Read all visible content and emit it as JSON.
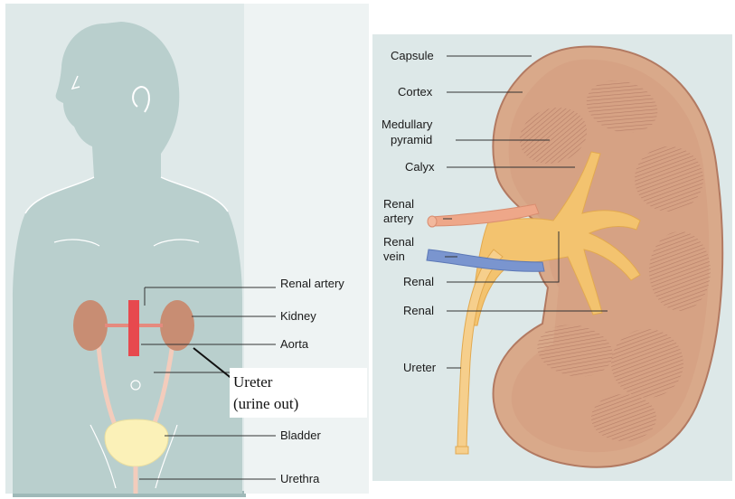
{
  "left_panel": {
    "labels": {
      "renal_artery": "Renal artery",
      "kidney": "Kidney",
      "aorta": "Aorta",
      "ureter_hidden": "Ureter",
      "bladder": "Bladder",
      "urethra": "Urethra"
    },
    "callout": {
      "line1": "Ureter",
      "line2": "(urine out)"
    }
  },
  "right_panel": {
    "labels": {
      "capsule": "Capsule",
      "cortex": "Cortex",
      "medullary_1": "Medullary",
      "medullary_2": "pyramid",
      "calyx": "Calyx",
      "renal_artery_1": "Renal",
      "renal_artery_2": "artery",
      "renal_vein_1": "Renal",
      "renal_vein_2": "vein",
      "renal_a": "Renal",
      "renal_b": "Renal",
      "ureter": "Ureter"
    }
  },
  "colors": {
    "panel_bg": "#dfe9e9",
    "body_fill": "#b9cfcd",
    "kidney": "#d9a98a",
    "kidney_dark": "#b27a62",
    "pelvis": "#f3c36f",
    "artery": "#e89580",
    "vein": "#7a95cf",
    "bladder": "#fbf1b8",
    "ureter": "#f3ccbc"
  }
}
